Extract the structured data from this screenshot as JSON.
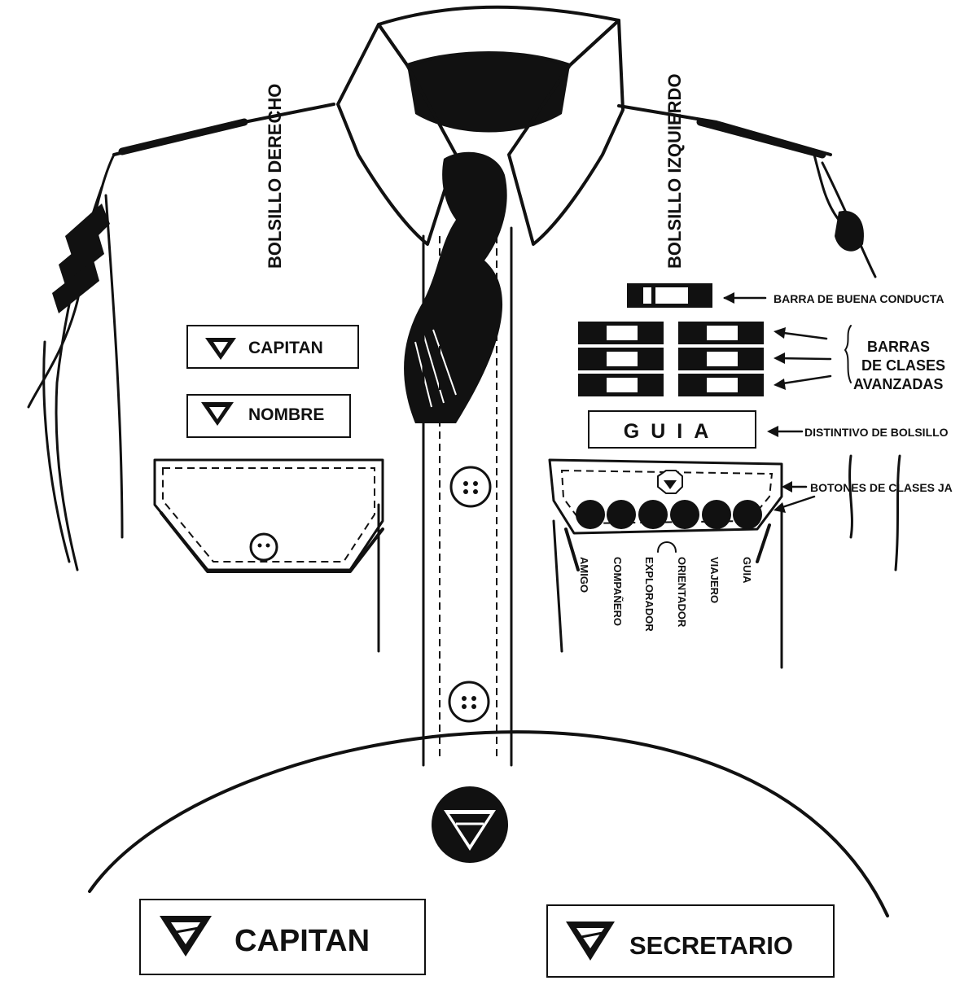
{
  "labels": {
    "right_pocket": "BOLSILLO DERECHO",
    "left_pocket": "BOLSILLO IZQUIERDO",
    "good_conduct_bar": "BARRA DE BUENA CONDUCTA",
    "advanced_bars_line1": "BARRAS",
    "advanced_bars_line2": "DE CLASES",
    "advanced_bars_line3": "AVANZADAS",
    "pocket_badge": "DISTINTIVO DE BOLSILLO",
    "class_buttons": "BOTONES DE CLASES JA"
  },
  "badges": {
    "small_captain": "CAPITAN",
    "small_name": "NOMBRE",
    "guide": "GUIA",
    "large_captain": "CAPITAN",
    "large_secretary": "SECRETARIO"
  },
  "class_buttons": [
    "AMIGO",
    "COMPAÑERO",
    "EXPLORADOR",
    "ORIENTADOR",
    "VIAJERO",
    "GUIA"
  ],
  "colors": {
    "ink": "#111111",
    "paper": "#ffffff"
  }
}
